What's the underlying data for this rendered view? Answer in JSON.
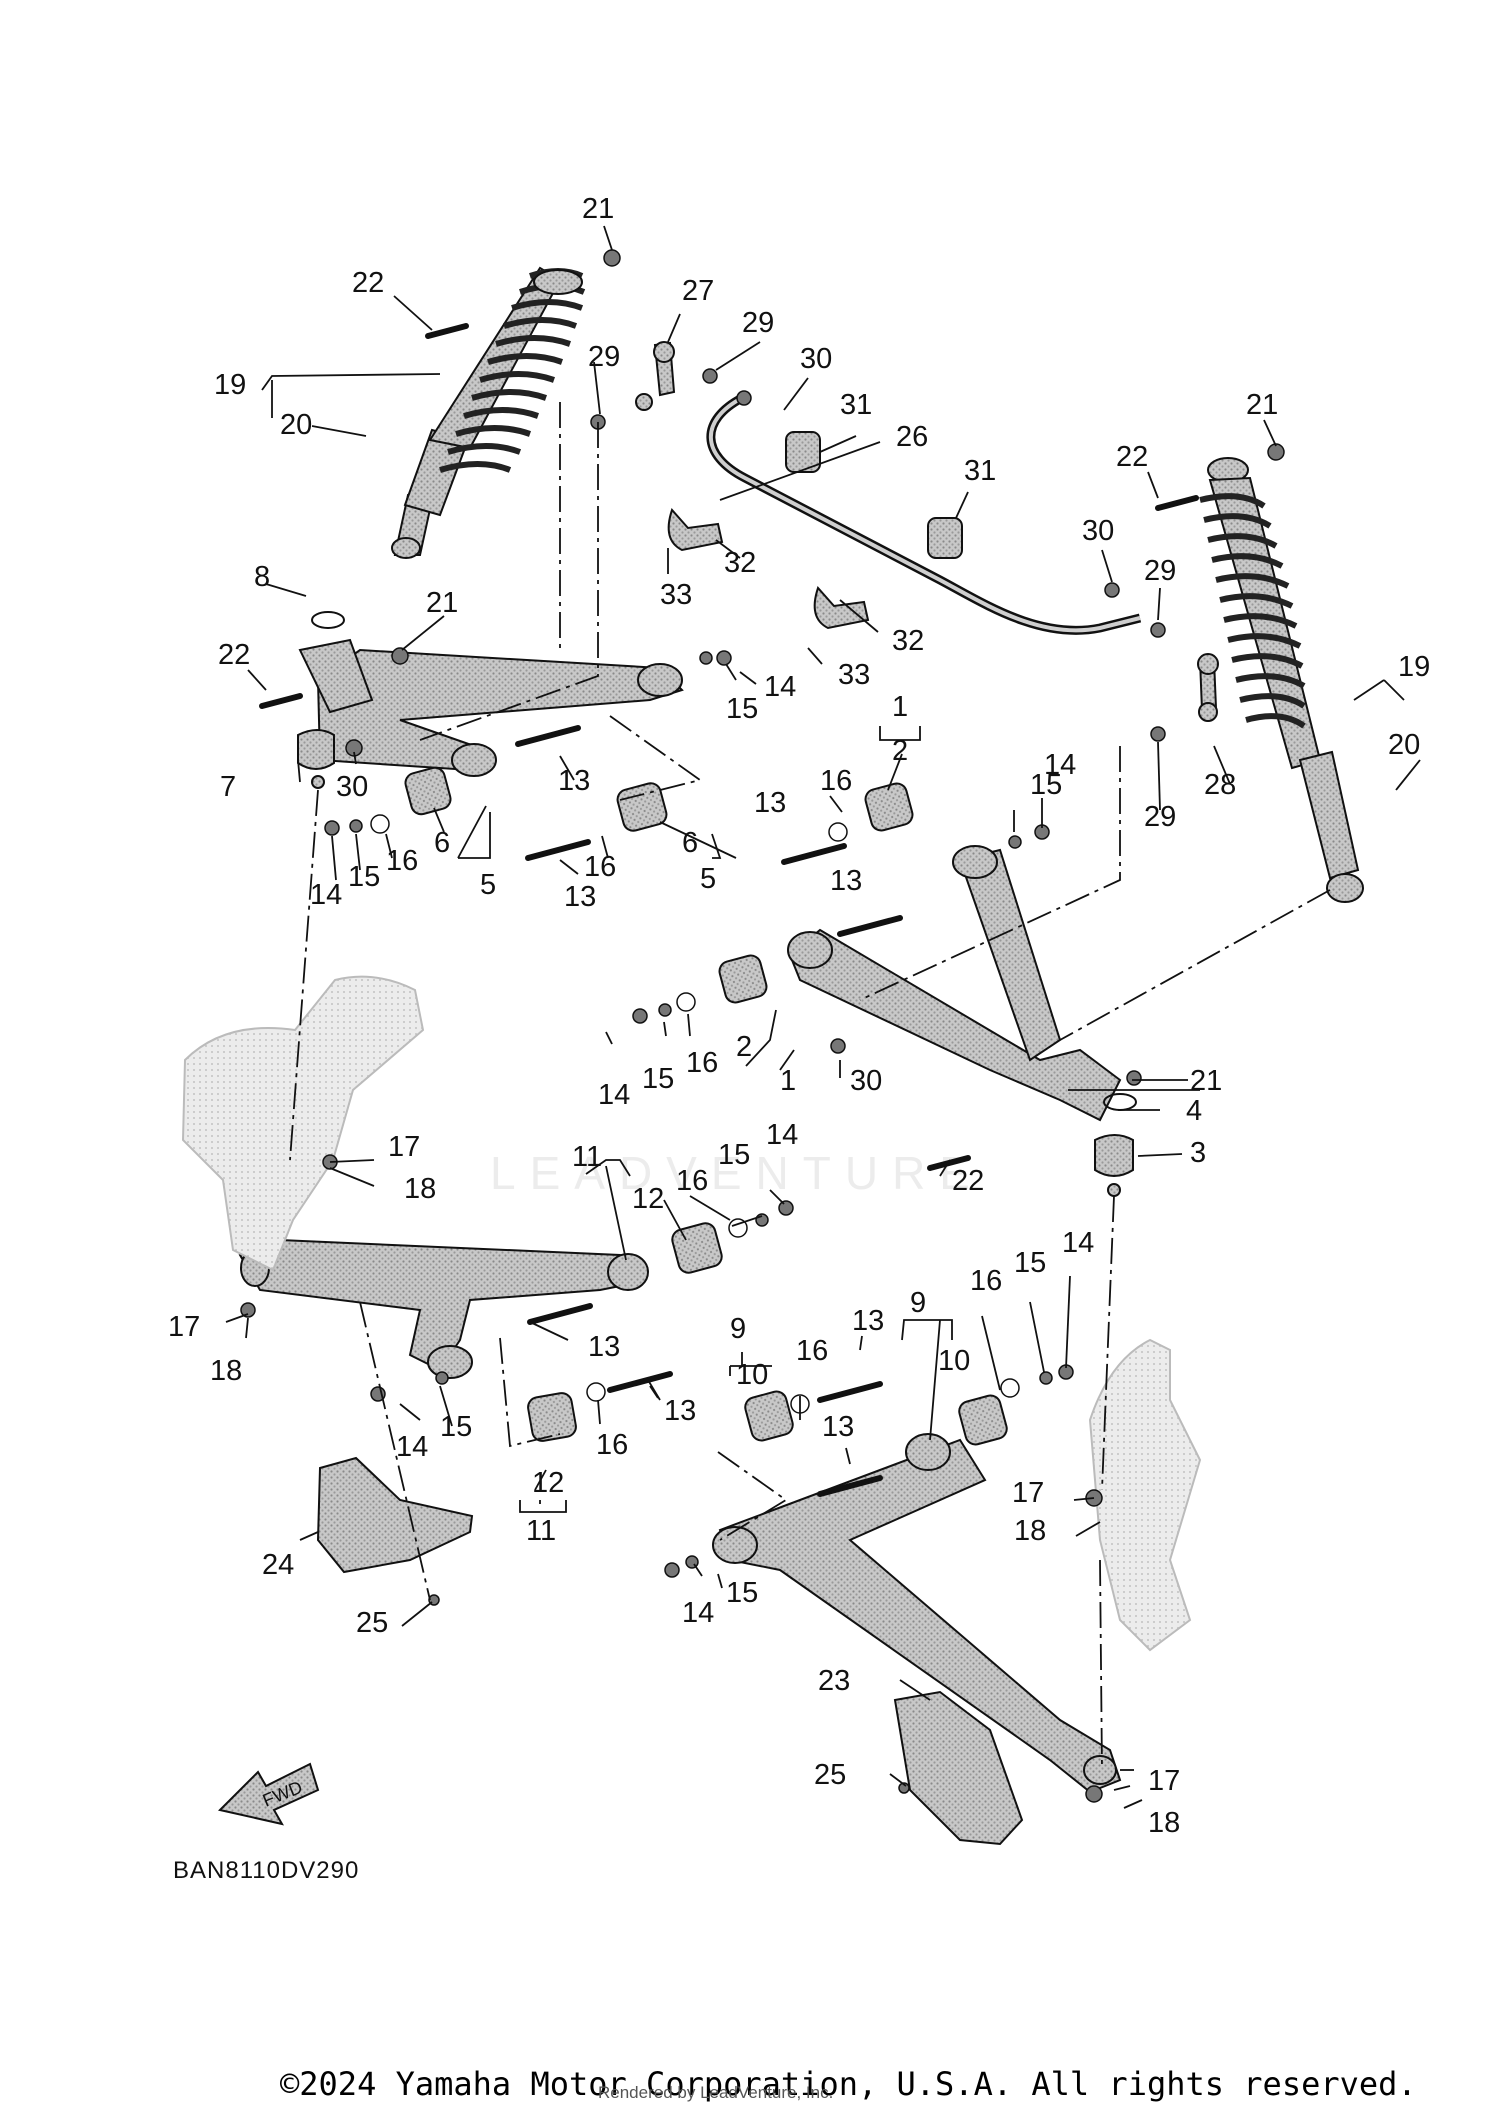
{
  "diagram": {
    "callouts": [
      "1",
      "2",
      "3",
      "4",
      "5",
      "6",
      "7",
      "8",
      "9",
      "10",
      "11",
      "12",
      "13",
      "14",
      "15",
      "16",
      "17",
      "18",
      "19",
      "20",
      "21",
      "22",
      "23",
      "24",
      "25",
      "26",
      "27",
      "28",
      "29",
      "30",
      "31",
      "32",
      "33"
    ],
    "fwd_arrow_text": "FWD",
    "diagram_code": "BAN8110DV290",
    "watermark_text": "LEADVENTURE"
  },
  "footer": {
    "copyright": "©2024 Yamaha Motor Corporation, U.S.A. All rights reserved.",
    "rendered_by": "Rendered by LeadVenture, Inc."
  },
  "colors": {
    "line": "#111111",
    "part_fill": "#bdbdbd",
    "part_dark": "#6e6e6e",
    "knuckle_fill": "#e4e4e4"
  }
}
